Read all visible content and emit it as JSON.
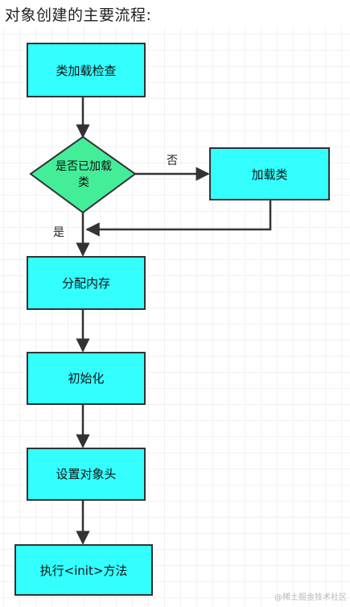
{
  "title": "对象创建的主要流程:",
  "colors": {
    "process_fill": "#33ffff",
    "decision_fill": "#44ee99",
    "stroke": "#333333",
    "grid": "#e6e6e6"
  },
  "nodes": {
    "class_load_check": "类加载检查",
    "decision_line1": "是否已加载",
    "decision_line2": "类",
    "load_class": "加载类",
    "allocate_memory": "分配内存",
    "initialize": "初始化",
    "set_object_header": "设置对象头",
    "execute_init": "执行<init>方法"
  },
  "edges": {
    "no_label": "否",
    "yes_label": "是"
  },
  "watermark": "@稀土掘金技术社区"
}
